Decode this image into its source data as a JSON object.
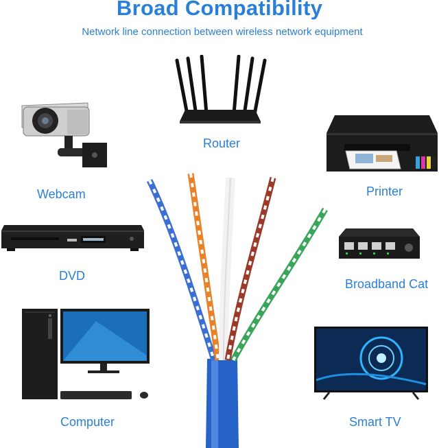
{
  "header": {
    "title": "Broad Compatibility",
    "subtitle": "Network line connection between wireless network equipment"
  },
  "devices": [
    {
      "label": "Router",
      "icon": "router-icon"
    },
    {
      "label": "Webcam",
      "icon": "security-camera-icon"
    },
    {
      "label": "Printer",
      "icon": "printer-icon"
    },
    {
      "label": "DVD",
      "icon": "dvd-player-icon"
    },
    {
      "label": "Broadband Cat",
      "icon": "network-switch-icon"
    },
    {
      "label": "Computer",
      "icon": "desktop-computer-icon"
    },
    {
      "label": "Smart TV",
      "icon": "smart-tv-icon"
    }
  ],
  "product": {
    "icon": "ethernet-cable-icon"
  },
  "colors": {
    "accent": "#2a7fd6",
    "cable_jacket": "#2563c9"
  }
}
